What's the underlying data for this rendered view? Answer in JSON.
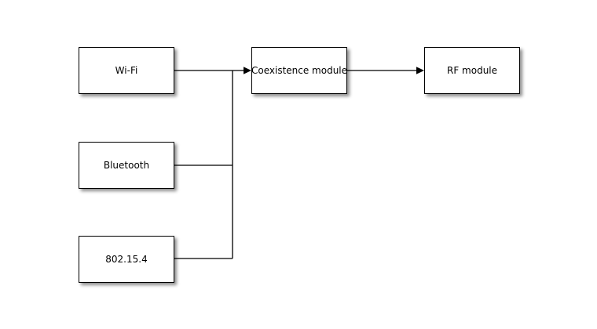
{
  "diagram": {
    "type": "block-diagram",
    "background_color": "#ffffff",
    "node_fill": "#ffffff",
    "node_border_color": "#000000",
    "line_color": "#000000",
    "nodes": {
      "wifi": {
        "label": "Wi-Fi"
      },
      "bluetooth": {
        "label": "Bluetooth"
      },
      "zigbee": {
        "label": "802.15.4"
      },
      "coexistence": {
        "label": "Coexistence module"
      },
      "rf": {
        "label": "RF module"
      }
    },
    "edges": [
      {
        "from": "wifi",
        "to": "coexistence",
        "arrow": true
      },
      {
        "from": "bluetooth",
        "to": "coexistence",
        "arrow": true
      },
      {
        "from": "zigbee",
        "to": "coexistence",
        "arrow": true
      },
      {
        "from": "coexistence",
        "to": "rf",
        "arrow": true
      }
    ]
  }
}
